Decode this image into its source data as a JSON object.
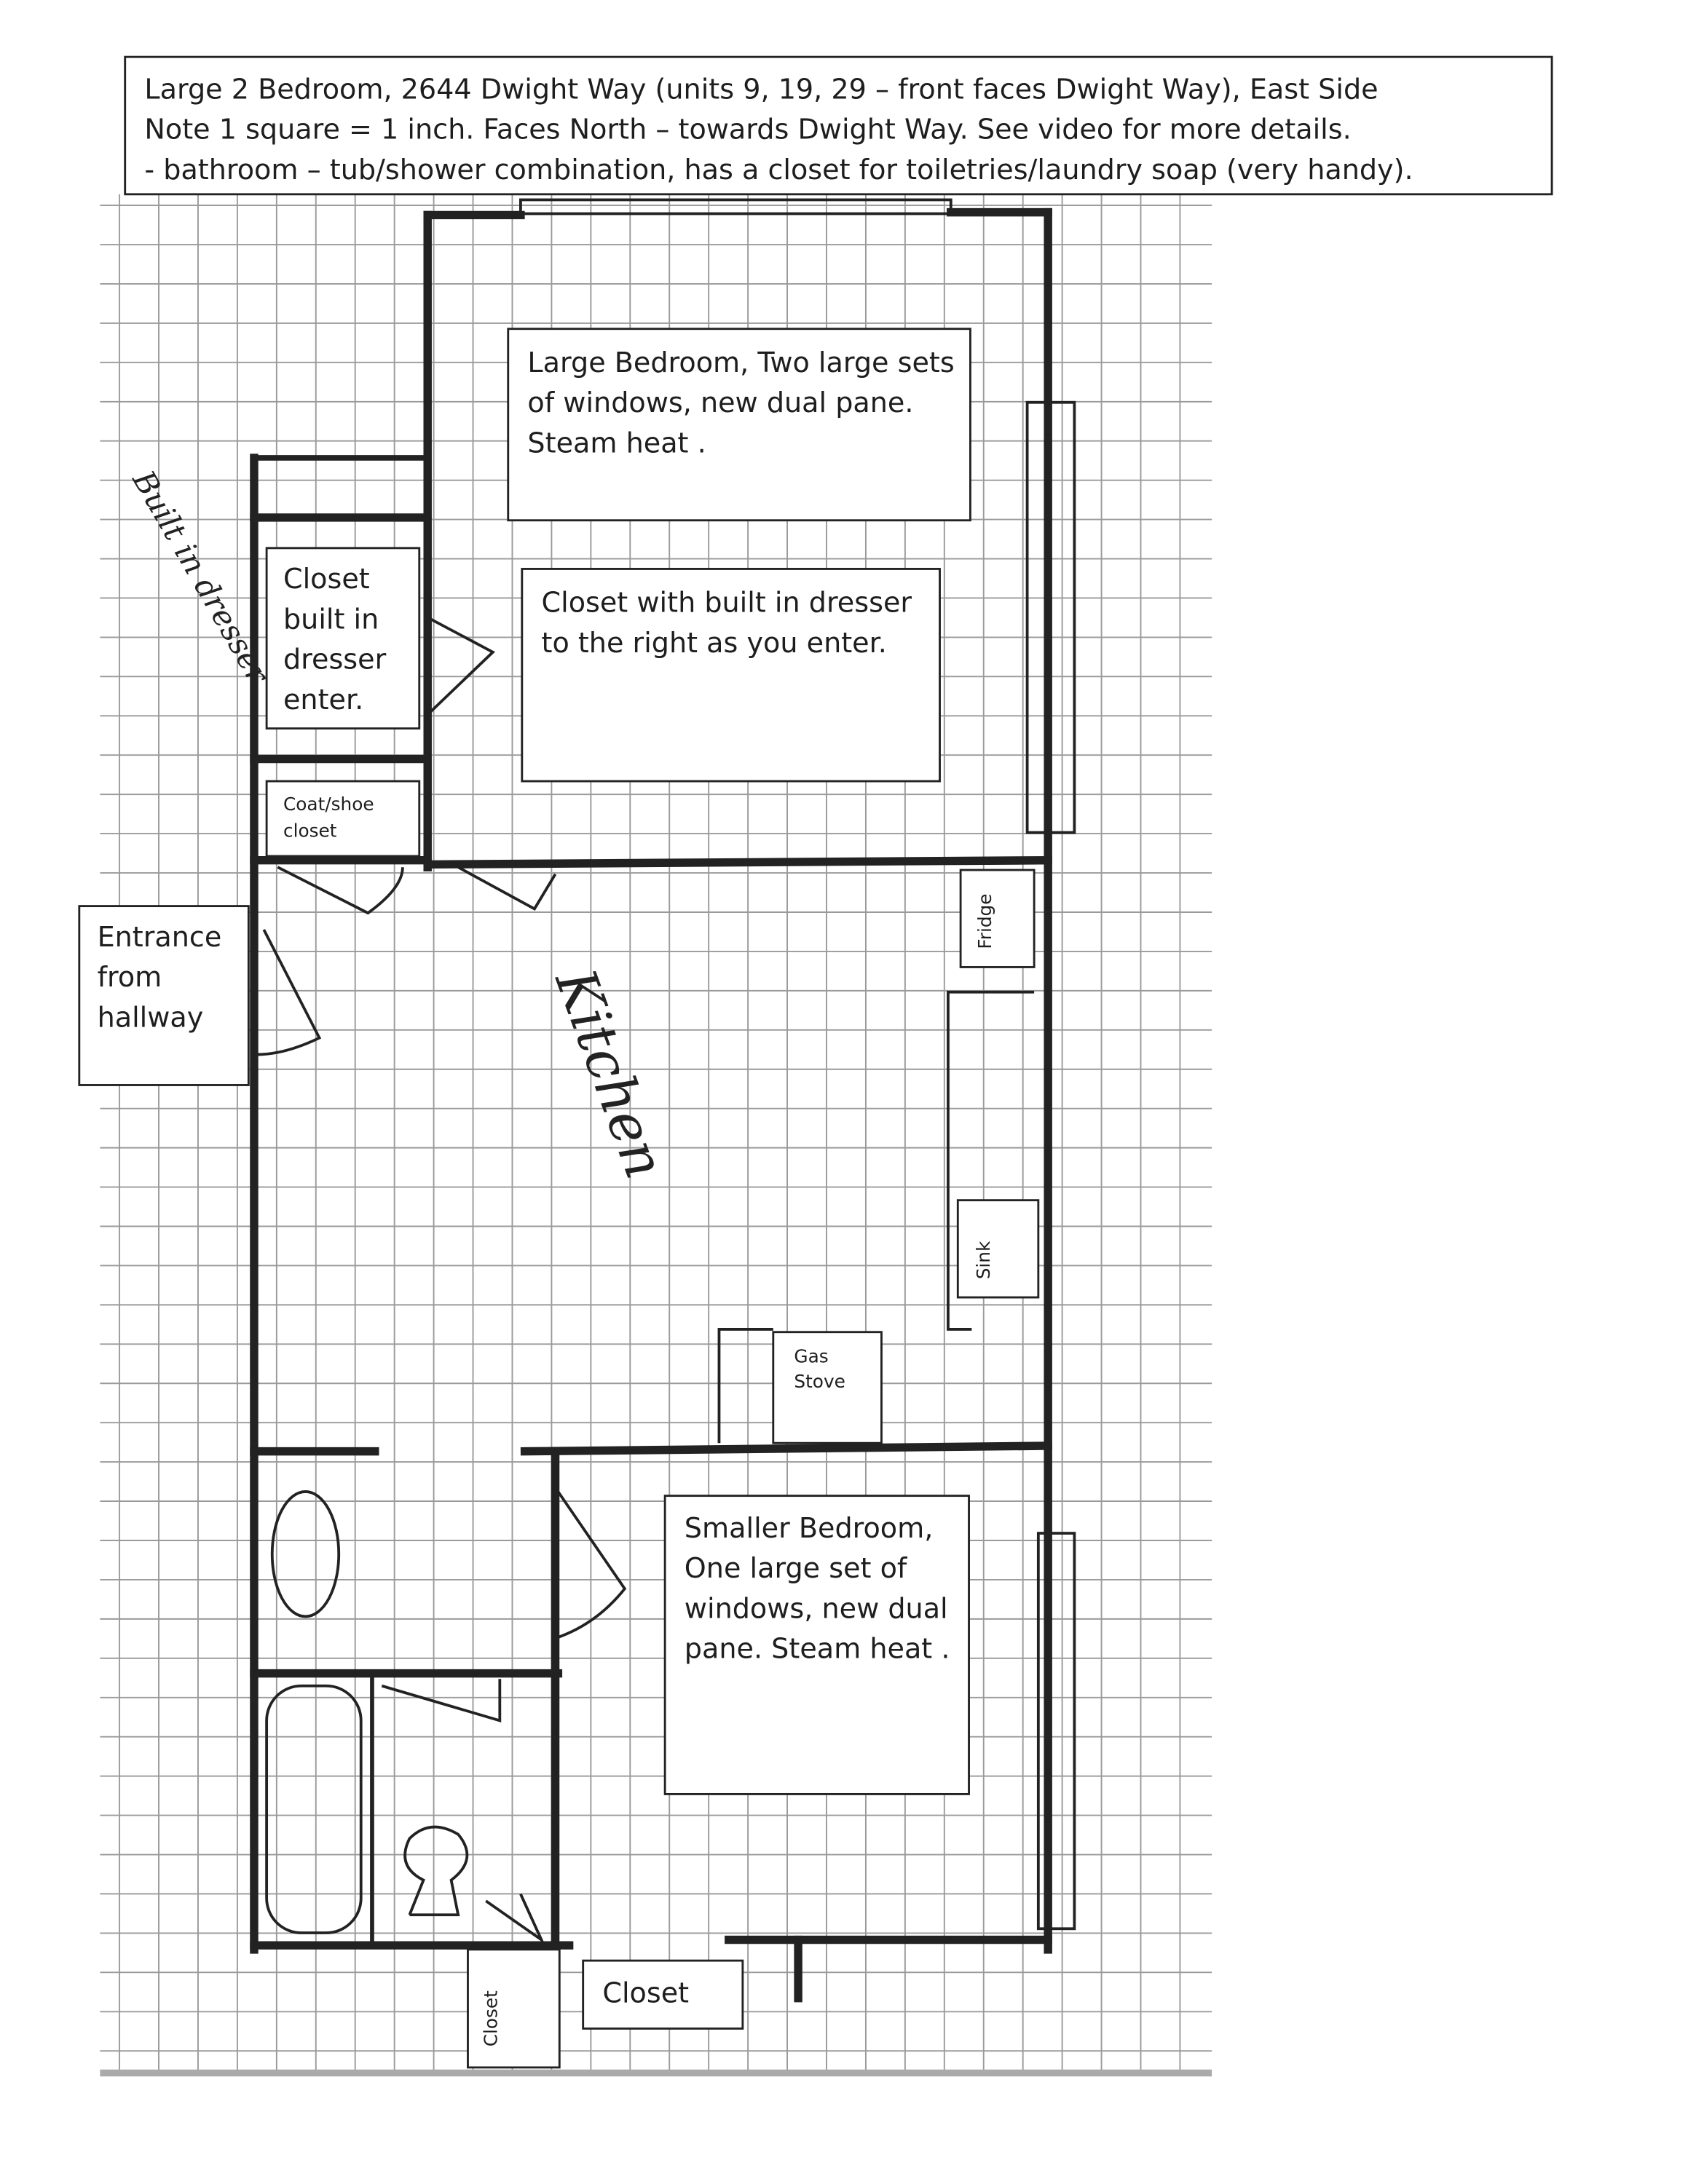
{
  "header": {
    "lines": [
      "Large 2 Bedroom, 2644 Dwight Way (units 9, 19, 29 – front faces Dwight Way), East Side",
      "Note 1 square = 1 inch.  Faces North – towards Dwight Way.  See video for more details.",
      "- bathroom – tub/shower combination,  has a closet for toiletries/laundry soap (very handy)."
    ]
  },
  "labels": {
    "large_bedroom": [
      "Large Bedroom, Two large sets",
      "of windows, new dual pane.",
      "Steam heat ."
    ],
    "closet_dresser_right": [
      "Closet with built in dresser",
      "to the right as you enter."
    ],
    "closet_built_in": [
      "Closet",
      "built in",
      "dresser",
      "enter."
    ],
    "coat_closet": [
      "Coat/shoe",
      "closet"
    ],
    "entrance": [
      "Entrance",
      "from",
      "hallway"
    ],
    "fridge": "Fridge",
    "sink": "Sink",
    "gas_stove": [
      "Gas",
      "Stove"
    ],
    "smaller_bedroom": [
      "Smaller Bedroom,",
      "One large set of",
      "windows, new dual",
      "pane.  Steam heat ."
    ],
    "closet_bottom": "Closet",
    "closet_vertical": "Closet",
    "kitchen_handwritten": "Kitchen",
    "built_in_handwritten": "Built in dresser"
  },
  "colors": {
    "ink": "#222222",
    "grid": "#9a9a9a"
  }
}
